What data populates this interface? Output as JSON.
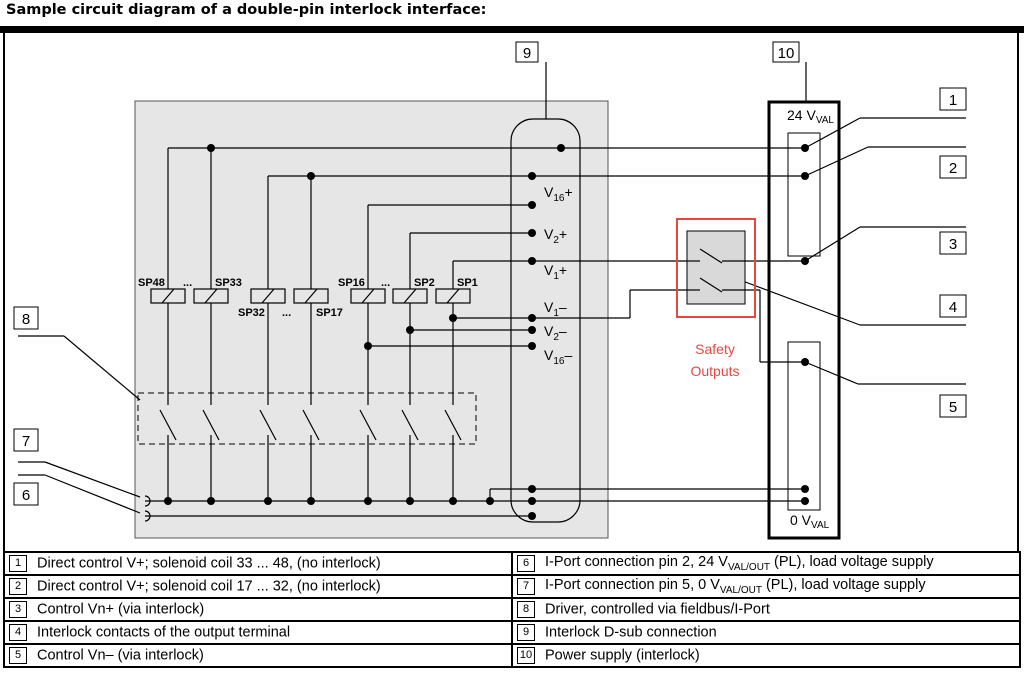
{
  "title": "Sample circuit diagram of a double-pin interlock interface:",
  "callouts": [
    "1",
    "2",
    "3",
    "4",
    "5",
    "6",
    "7",
    "8",
    "9",
    "10"
  ],
  "valves": {
    "top": [
      "SP48",
      "...",
      "SP33",
      "SP16",
      "...",
      "SP2",
      "SP1"
    ],
    "bottom": [
      "SP32",
      "...",
      "SP17"
    ]
  },
  "pins": {
    "v16p": [
      "V",
      "16",
      "+"
    ],
    "v2p": [
      "V",
      "2",
      "+"
    ],
    "v1p": [
      "V",
      "1",
      "+"
    ],
    "v1m": [
      "V",
      "1",
      "–"
    ],
    "v2m": [
      "V",
      "2",
      "–"
    ],
    "v16m": [
      "V",
      "16",
      "–"
    ]
  },
  "supply": {
    "top": [
      "24 V",
      "VAL"
    ],
    "bottom": [
      "0 V",
      "VAL"
    ]
  },
  "safety": [
    "Safety",
    "Outputs"
  ],
  "legend": [
    {
      "num": "1",
      "text": "Direct control V+; solenoid coil 33 ... 48, (no interlock)"
    },
    {
      "num": "6",
      "parts": [
        "I-Port connection pin 2, 24 V",
        "VAL/OUT",
        " (PL), load voltage supply"
      ]
    },
    {
      "num": "2",
      "text": "Direct control V+; solenoid coil 17 ... 32, (no interlock)"
    },
    {
      "num": "7",
      "parts": [
        "I-Port connection pin 5, 0 V",
        "VAL/OUT",
        " (PL), load voltage supply"
      ]
    },
    {
      "num": "3",
      "text": "Control Vn+ (via interlock)"
    },
    {
      "num": "8",
      "text": "Driver, controlled via fieldbus/I-Port"
    },
    {
      "num": "4",
      "text": "Interlock contacts of the output terminal"
    },
    {
      "num": "9",
      "text": "Interlock D-sub connection"
    },
    {
      "num": "5",
      "text": "Control Vn– (via interlock)"
    },
    {
      "num": "10",
      "text": "Power supply (interlock)"
    }
  ],
  "colors": {
    "highlight": "#e8463f",
    "panel": "#e6e6e6",
    "line": "#000000"
  }
}
